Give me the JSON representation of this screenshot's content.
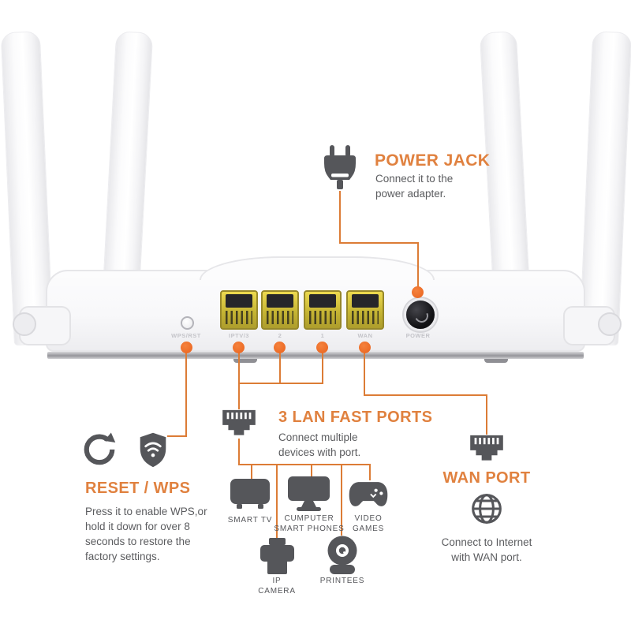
{
  "colors": {
    "accent_title": "#e0813f",
    "accent_line": "#dc7c36",
    "accent_dot": "#ed6c24",
    "icon_gray": "#55565a",
    "text_gray": "#5b5c5f",
    "port_yellow": "#d6c63e"
  },
  "router": {
    "panel": {
      "button_label": "WPS/RST",
      "port_labels": [
        "IPTV/3",
        "2",
        "1",
        "WAN"
      ],
      "power_label": "POWER"
    }
  },
  "sections": {
    "power_jack": {
      "title": "POWER JACK",
      "description": "Connect it to the power adapter."
    },
    "lan_ports": {
      "title": "3 LAN FAST PORTS",
      "description": "Connect multiple devices with port."
    },
    "reset_wps": {
      "title": "RESET / WPS",
      "description": "Press it to enable WPS,or hold it down for over 8 seconds to restore the factory settings."
    },
    "wan_port": {
      "title": "WAN PORT",
      "description": "Connect to Internet with WAN port."
    }
  },
  "devices": {
    "smart_tv": "SMART TV",
    "computer": "CUMPUTER SMART PHONES",
    "video_games": "VIDEO GAMES",
    "ip_camera": "IP CAMERA",
    "printer": "PRINTEES"
  }
}
